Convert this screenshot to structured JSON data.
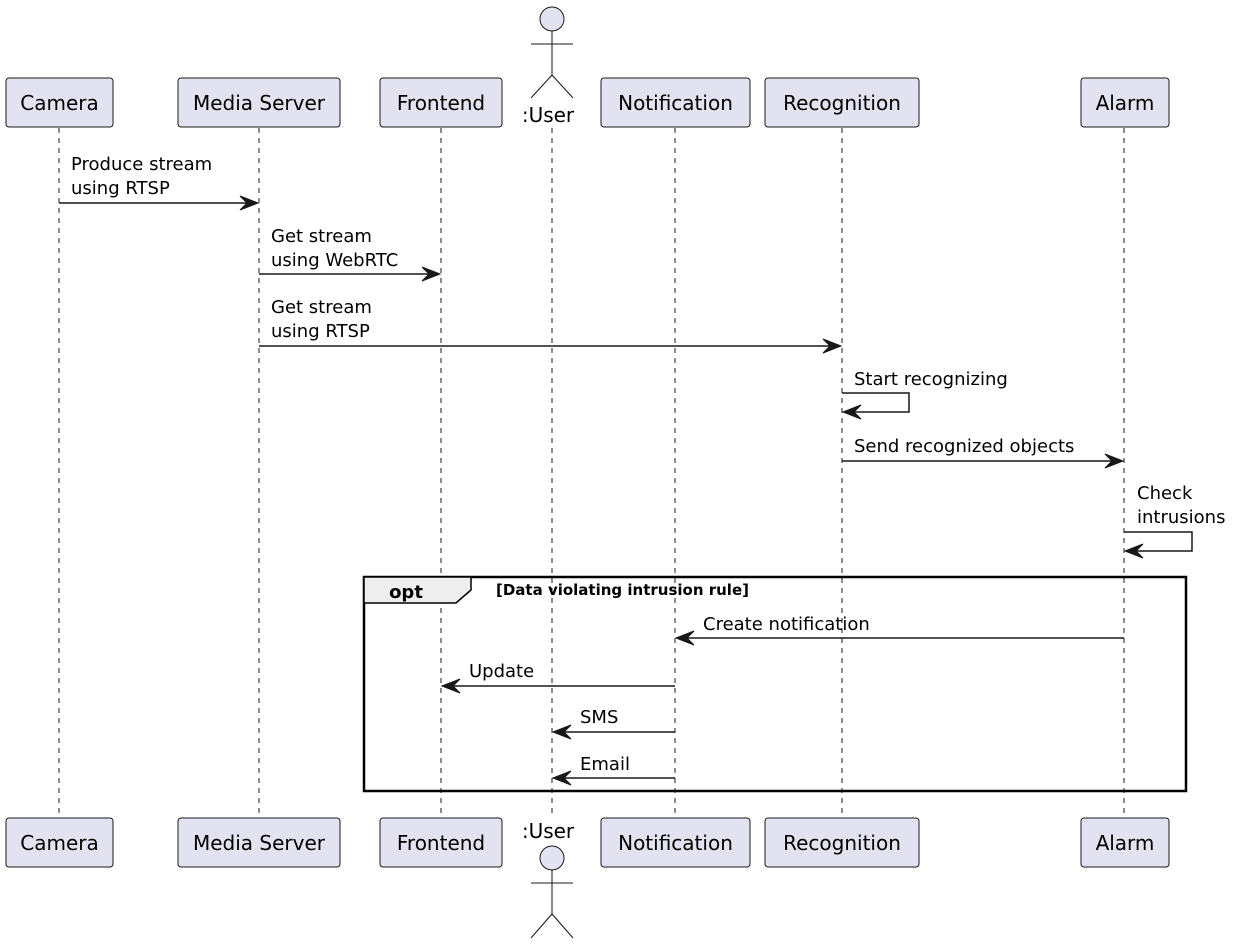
{
  "participants": {
    "camera": "Camera",
    "media_server": "Media Server",
    "frontend": "Frontend",
    "user": ":User",
    "notification": "Notification",
    "recognition": "Recognition",
    "alarm": "Alarm"
  },
  "messages": {
    "m1_line1": "Produce stream",
    "m1_line2": "using RTSP",
    "m2_line1": "Get stream",
    "m2_line2": "using WebRTC",
    "m3_line1": "Get stream",
    "m3_line2": "using RTSP",
    "m4": "Start recognizing",
    "m5": "Send recognized objects",
    "m6_line1": "Check",
    "m6_line2": "intrusions",
    "m7": "Create notification",
    "m8": "Update",
    "m9": "SMS",
    "m10": "Email"
  },
  "fragment": {
    "keyword": "opt",
    "guard": "[Data violating intrusion rule]"
  }
}
